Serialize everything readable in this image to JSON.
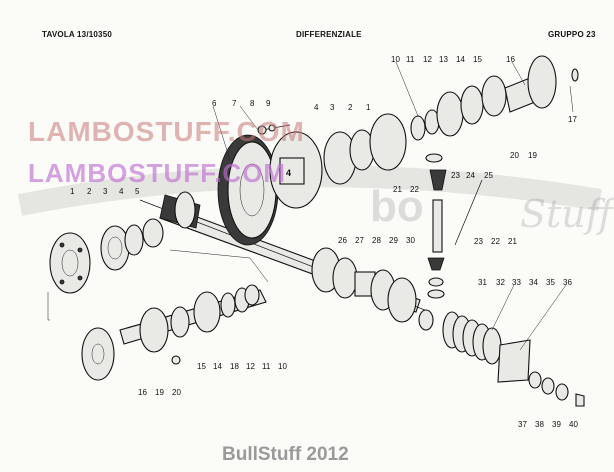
{
  "header": {
    "tavola": "TAVOLA 13/10350",
    "title": "DIFFERENZIALE",
    "gruppo": "GRUPPO 23"
  },
  "watermarks": {
    "line1": "LAMBOSTUFF.COM",
    "line2": "LAMBOSTUFF.COM",
    "logo_mid": "bo",
    "logo_script": "Stuff"
  },
  "footer": "BullStuff 2012",
  "callouts": [
    "1",
    "2",
    "3",
    "4",
    "5",
    "6",
    "7",
    "8",
    "9",
    "10",
    "11",
    "12",
    "13",
    "14",
    "15",
    "16",
    "17",
    "18",
    "19",
    "20",
    "21",
    "22",
    "23",
    "24",
    "25",
    "26",
    "27",
    "28",
    "29",
    "30",
    "31",
    "32",
    "33",
    "34",
    "35",
    "36",
    "37",
    "38",
    "39",
    "40"
  ],
  "colors": {
    "ink": "#111111",
    "watermark_red": "#c87878",
    "watermark_purple": "#be6ed2",
    "footer": "#9a9a9a"
  }
}
